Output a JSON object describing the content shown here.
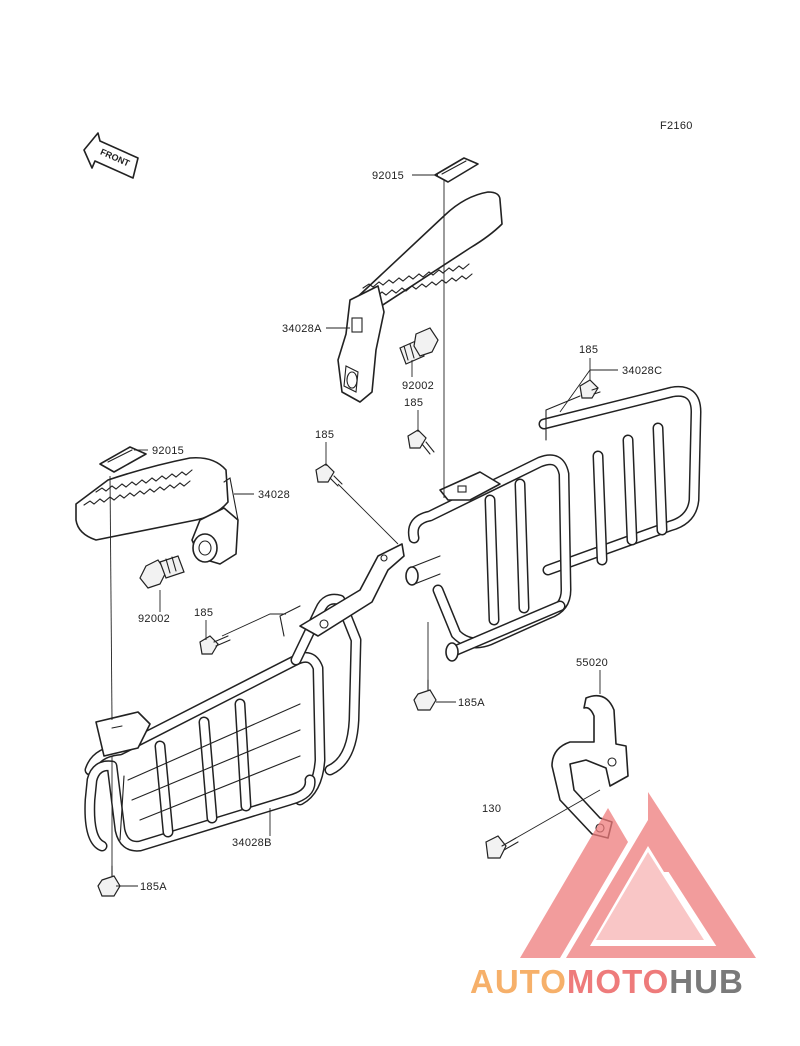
{
  "figure_code": "F2160",
  "front_marker": "FRONT",
  "labels": {
    "p92015_top": "92015",
    "p34028A": "34028A",
    "p92002_top": "92002",
    "p185_a": "185",
    "p185_b": "185",
    "p185_c": "185",
    "p34028C": "34028C",
    "p92015_left": "92015",
    "p34028": "34028",
    "p185_d": "185",
    "p92002_left": "92002",
    "p185A_mid": "185A",
    "p55020": "55020",
    "p130": "130",
    "p34028B": "34028B",
    "p185A_bottom": "185A"
  },
  "watermark": {
    "part1": "AUTO",
    "part2": "MOTO",
    "part3": "HUB",
    "color1": "#f6b06a",
    "color2": "#ee7b7b",
    "color3": "#7a7a7a"
  }
}
